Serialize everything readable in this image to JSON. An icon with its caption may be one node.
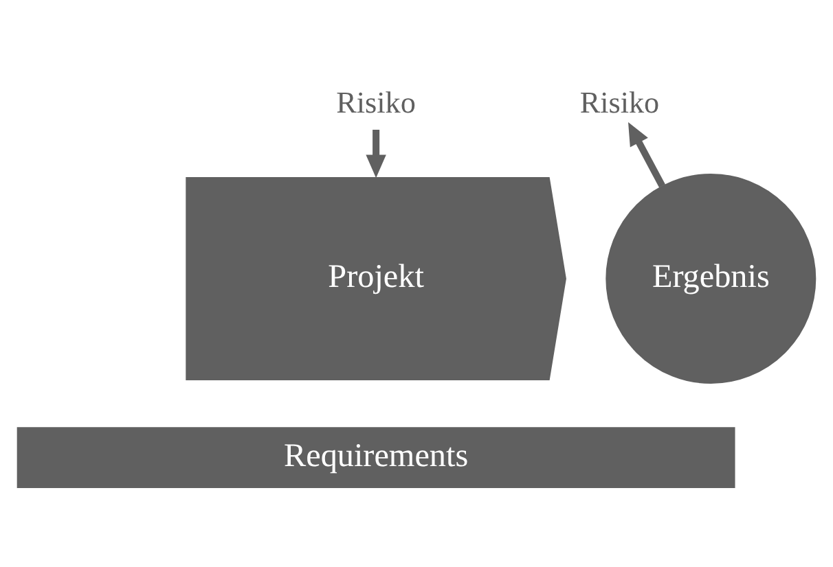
{
  "diagram": {
    "nodes": [
      {
        "text": [
          "Risiko"
        ]
      },
      {
        "text": [
          "Risiko"
        ]
      },
      {
        "text": [
          "Projekt"
        ]
      },
      {
        "text": [
          "Ergebnis"
        ]
      },
      {
        "text": [
          "Requirements"
        ]
      }
    ],
    "edges": [
      {
        "from": 0,
        "to": 2,
        "arrow": "to"
      },
      {
        "from": 3,
        "to": 1,
        "arrow": "to"
      }
    ]
  }
}
